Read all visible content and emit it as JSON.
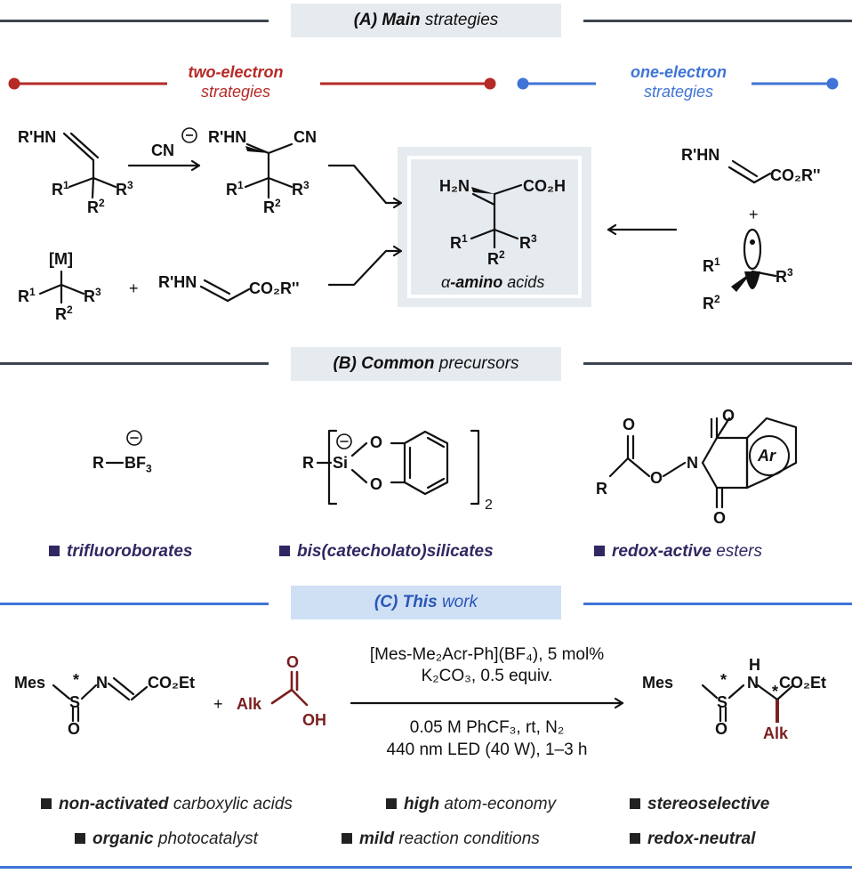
{
  "colors": {
    "dark_line": "#3d4550",
    "section_bg_grey": "#e6ebef",
    "section_bg_blue": "#cfe0f5",
    "two_electron": "#b52a26",
    "one_electron": "#3f74d6",
    "blue_line": "#3f74d6",
    "purple_bullets": "#2f2862",
    "alk_color": "#7a1f1f",
    "product_box": "#e6ebef"
  },
  "section_a": {
    "letter": "(A)",
    "bold": "Main",
    "rest": "strategies"
  },
  "section_b": {
    "letter": "(B)",
    "bold": "Common",
    "rest": "precursors"
  },
  "section_c": {
    "letter": "(C)",
    "bold": "This",
    "rest": "work"
  },
  "two_electron": {
    "bold": "two-electron",
    "rest": "strategies"
  },
  "one_electron": {
    "bold": "one-electron",
    "rest": "strategies"
  },
  "scheme_a": {
    "imine_nh": "R'HN",
    "cyanide": "CN",
    "nitrile_nh": "R'HN",
    "nitrile_cn": "CN",
    "metal": "[M]",
    "plus": "+",
    "glyoxylate_nh": "R'HN",
    "glyoxylate_ester": "CO₂R''",
    "product_amine": "H₂N",
    "product_acid": "CO₂H",
    "product_label_greek": "α",
    "product_label_bold": "-amino",
    "product_label_rest": "acids",
    "radical_imine_nh": "R'HN",
    "radical_imine_ester": "CO₂R''",
    "radical_plus": "+"
  },
  "scheme_b": {
    "trifluoroborate_r": "R",
    "trifluoroborate_b": "BF",
    "silicate_r": "R",
    "silicate_si": "Si",
    "silicate_count": "2",
    "ester_r": "R",
    "ar": "Ar",
    "label_1": "trifluoroborates",
    "label_2": "bis(catecholato)silicates",
    "label_3_bold": "redox-active",
    "label_3_rest": "esters"
  },
  "scheme_c": {
    "mes": "Mes",
    "star": "*",
    "n": "N",
    "s": "S",
    "o": "O",
    "ester": "CO₂Et",
    "plus": "+",
    "alk": "Alk",
    "oh": "OH",
    "conditions_1": "[Mes-Me₂Acr-Ph](BF₄), 5 mol%",
    "conditions_2": "K₂CO₃, 0.5 equiv.",
    "conditions_3": "0.05 M PhCF₃, rt, N₂",
    "conditions_4": "440 nm LED (40 W), 1–3 h",
    "product_h": "H",
    "product_n": "N"
  },
  "features": [
    {
      "bold": "non-activated",
      "rest": "carboxylic acids"
    },
    {
      "bold": "high",
      "rest": "atom-economy"
    },
    {
      "bold": "stereoselective",
      "rest": ""
    },
    {
      "bold": "organic",
      "rest": "photocatalyst"
    },
    {
      "bold": "mild",
      "rest": "reaction conditions"
    },
    {
      "bold": "redox-neutral",
      "rest": ""
    }
  ]
}
